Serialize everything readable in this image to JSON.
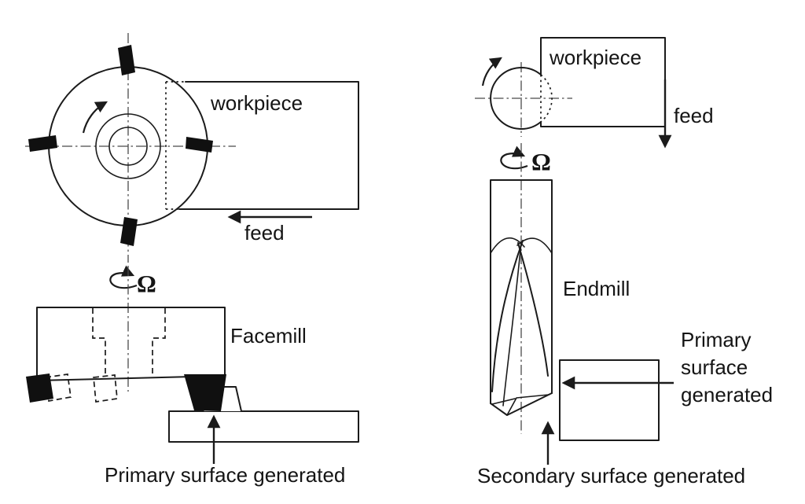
{
  "colors": {
    "ink": "#1b1b1b",
    "background": "#ffffff"
  },
  "facemill_diagram": {
    "workpiece_label": "workpiece",
    "feed_label": "feed",
    "rotation_symbol": "Ω",
    "tool_label": "Facemill",
    "primary_surface_label": "Primary surface generated"
  },
  "endmill_diagram": {
    "workpiece_label": "workpiece",
    "feed_label": "feed",
    "rotation_symbol": "Ω",
    "tool_label": "Endmill",
    "primary_surface_lines": [
      "Primary",
      "surface",
      "generated"
    ],
    "secondary_surface_label": "Secondary surface generated"
  }
}
